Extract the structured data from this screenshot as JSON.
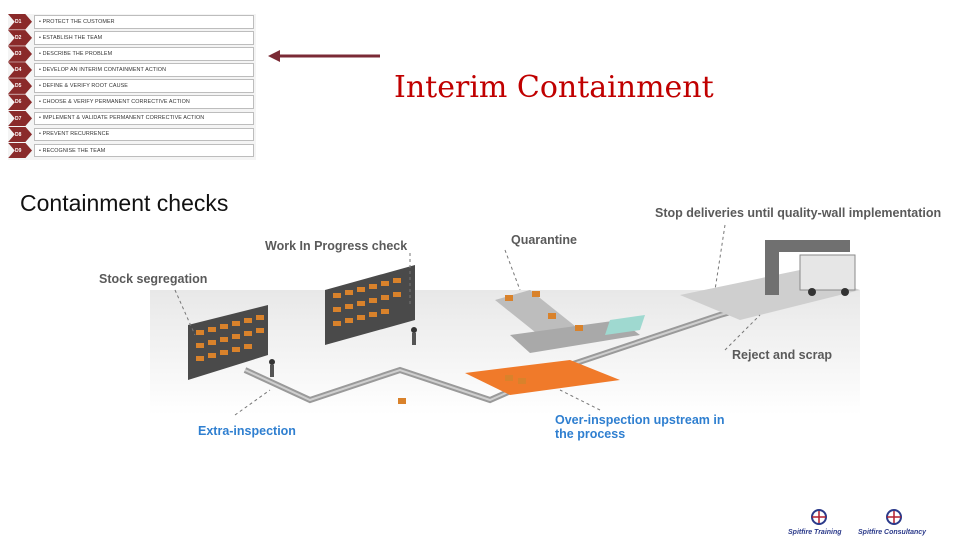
{
  "steps": [
    {
      "code": "D1",
      "text": "• PROTECT THE CUSTOMER"
    },
    {
      "code": "D2",
      "text": "• ESTABLISH THE TEAM"
    },
    {
      "code": "D3",
      "text": "• DESCRIBE THE PROBLEM"
    },
    {
      "code": "D4",
      "text": "• DEVELOP AN INTERIM CONTAINMENT ACTION"
    },
    {
      "code": "D5",
      "text": "• DEFINE & VERIFY ROOT CAUSE"
    },
    {
      "code": "D6",
      "text": "• CHOOSE & VERIFY PERMANENT CORRECTIVE ACTION"
    },
    {
      "code": "D7",
      "text": "• IMPLEMENT & VALIDATE PERMANENT CORRECTIVE ACTION"
    },
    {
      "code": "D8",
      "text": "• PREVENT RECURRENCE"
    },
    {
      "code": "D9",
      "text": "• RECOGNISE THE TEAM"
    }
  ],
  "title": "Interim Containment",
  "subtitle": "Containment checks",
  "diagram": {
    "labels": {
      "stop_deliveries": "Stop deliveries until quality-wall implementation",
      "quarantine": "Quarantine",
      "wip_check": "Work In Progress check",
      "stock_segregation": "Stock segregation",
      "reject_scrap": "Reject and scrap",
      "extra_inspection": "Extra-inspection",
      "over_inspection_1": "Over-inspection upstream in",
      "over_inspection_2": "the process"
    }
  },
  "logos": [
    {
      "text": "Spitfire Training"
    },
    {
      "text": "Spitfire Consultancy"
    }
  ],
  "colors": {
    "title": "#c00000",
    "step_chevron": "#8a2a2a",
    "highlight_label": "#2f7fd0",
    "box_orange": "#d9822b"
  }
}
